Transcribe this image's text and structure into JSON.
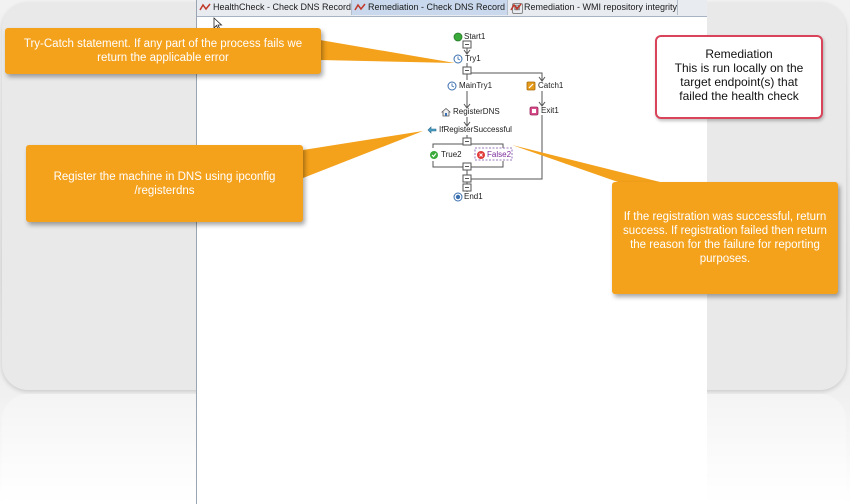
{
  "tabs": [
    {
      "label": "HealthCheck - Check DNS Record",
      "active": false
    },
    {
      "label": "Remediation - Check DNS Record",
      "active": true,
      "close": "⊠"
    },
    {
      "label": "Remediation - WMI repository integrity",
      "active": false
    }
  ],
  "workflow": {
    "nodes": {
      "start": "Start1",
      "try": "Try1",
      "main_try": "MainTry1",
      "catch": "Catch1",
      "register_dns": "RegisterDNS",
      "exit": "Exit1",
      "if_register": "IfRegisterSuccessful",
      "true_branch": "True2",
      "false_branch": "False2",
      "end": "End1"
    },
    "colors": {
      "connector": "#555555",
      "start": "#3aaa3a",
      "false": "#e03a3a",
      "exit": "#d94a8a",
      "catch": "#e59a1a"
    }
  },
  "callouts": {
    "try_catch": "Try-Catch statement. If any part of the process fails we return the applicable error",
    "register": "Register the machine in DNS using ipconfig /registerdns",
    "registration_result": "If the registration was successful, return success. If registration failed then return the reason for the failure for reporting purposes."
  },
  "info_box": {
    "title": "Remediation",
    "body": "This is run locally on the target endpoint(s) that failed the health check"
  },
  "theme": {
    "callout_color": "#f4a11b",
    "info_border": "#d9445a"
  }
}
